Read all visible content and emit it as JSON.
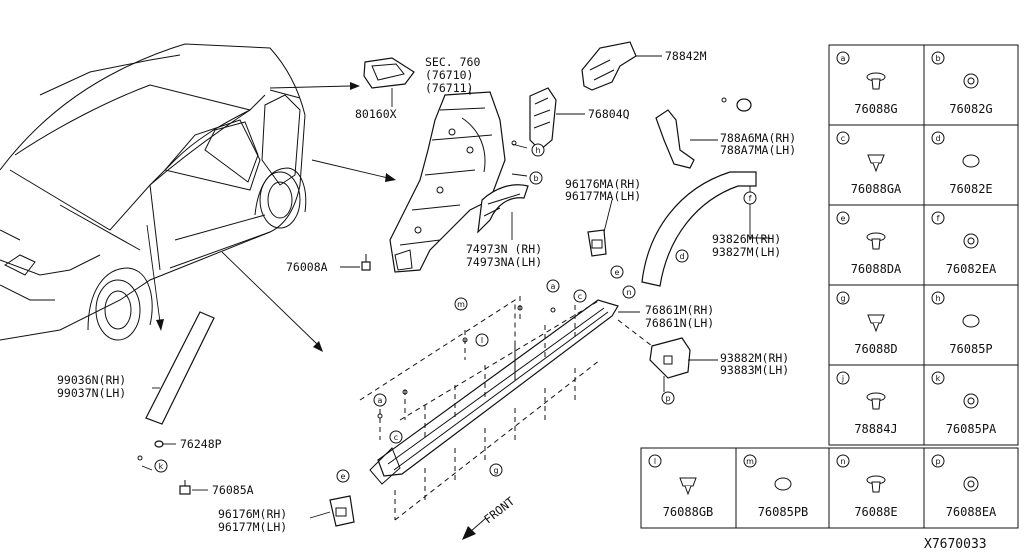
{
  "figure_id": "X7670033",
  "section_label": "SEC. 760",
  "callouts": [
    {
      "key": "sec_sub1",
      "text": "(76710)"
    },
    {
      "key": "sec_sub2",
      "text": "(76711)"
    },
    {
      "key": "p80160x",
      "text": "80160X"
    },
    {
      "key": "p78842m",
      "text": "78842M"
    },
    {
      "key": "p76804q",
      "text": "76804Q"
    },
    {
      "key": "p788a6ma",
      "text": "788A6MA(RH)"
    },
    {
      "key": "p788a7ma",
      "text": "788A7MA(LH)"
    },
    {
      "key": "p96176ma",
      "text": "96176MA(RH)"
    },
    {
      "key": "p96177ma",
      "text": "96177MA(LH)"
    },
    {
      "key": "p93826m",
      "text": "93826M(RH)"
    },
    {
      "key": "p93827m",
      "text": "93827M(LH)"
    },
    {
      "key": "p74973n",
      "text": "74973N (RH)"
    },
    {
      "key": "p74973na",
      "text": "74973NA(LH)"
    },
    {
      "key": "p76008a",
      "text": "76008A"
    },
    {
      "key": "p76861m",
      "text": "76861M(RH)"
    },
    {
      "key": "p76861n",
      "text": "76861N(LH)"
    },
    {
      "key": "p93882m",
      "text": "93882M(RH)"
    },
    {
      "key": "p93883m",
      "text": "93883M(LH)"
    },
    {
      "key": "p99036n",
      "text": "99036N(RH)"
    },
    {
      "key": "p99037n",
      "text": "99037N(LH)"
    },
    {
      "key": "p76248p",
      "text": "76248P"
    },
    {
      "key": "p76085a",
      "text": "76085A"
    },
    {
      "key": "p96176m",
      "text": "96176M(RH)"
    },
    {
      "key": "p96177m",
      "text": "96177M(LH)"
    },
    {
      "key": "front",
      "text": "FRONT"
    }
  ],
  "markers": [
    "a",
    "b",
    "c",
    "d",
    "e",
    "f",
    "g",
    "h",
    "j",
    "k",
    "l",
    "m",
    "n",
    "p"
  ],
  "legend": [
    {
      "letter": "a",
      "code": "76088G"
    },
    {
      "letter": "b",
      "code": "76082G"
    },
    {
      "letter": "c",
      "code": "76088GA"
    },
    {
      "letter": "d",
      "code": "76082E"
    },
    {
      "letter": "e",
      "code": "76088DA"
    },
    {
      "letter": "f",
      "code": "76082EA"
    },
    {
      "letter": "g",
      "code": "76088D"
    },
    {
      "letter": "h",
      "code": "76085P"
    },
    {
      "letter": "j",
      "code": "78884J"
    },
    {
      "letter": "k",
      "code": "76085PA"
    },
    {
      "letter": "l",
      "code": "76088GB"
    },
    {
      "letter": "m",
      "code": "76085PB"
    },
    {
      "letter": "n",
      "code": "76088E"
    },
    {
      "letter": "p",
      "code": "76088EA"
    }
  ]
}
